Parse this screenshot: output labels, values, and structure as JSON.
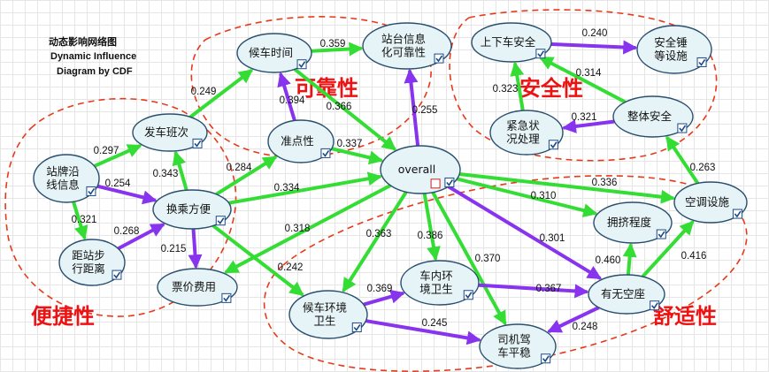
{
  "title": {
    "line1": "动态影响网络图",
    "line2": "Dynamic Influence",
    "line3": "Diagram by CDF"
  },
  "colors": {
    "positive_edge": "#33dd33",
    "negative_edge": "#8833ee",
    "group_outline": "#e8391a",
    "group_label": "#ee1111",
    "node_fill": "#e6f3f7",
    "node_stroke": "#2a4f6e"
  },
  "groups": [
    {
      "id": "convenience",
      "label": "便捷性"
    },
    {
      "id": "reliability",
      "label": "可靠性"
    },
    {
      "id": "safety",
      "label": "安全性"
    },
    {
      "id": "comfort",
      "label": "舒适性"
    }
  ],
  "nodes": [
    {
      "id": "zhanpai",
      "lines": [
        "站牌沿",
        "线信息"
      ]
    },
    {
      "id": "fache",
      "lines": [
        "发车班次"
      ]
    },
    {
      "id": "huancheng",
      "lines": [
        "换乘方便"
      ]
    },
    {
      "id": "juli",
      "lines": [
        "距站步",
        "行距离"
      ]
    },
    {
      "id": "piaojia",
      "lines": [
        "票价费用"
      ]
    },
    {
      "id": "houche",
      "lines": [
        "候车时间"
      ]
    },
    {
      "id": "zhandian",
      "lines": [
        "站台信息",
        "化可靠性"
      ]
    },
    {
      "id": "zhundian",
      "lines": [
        "准点性"
      ]
    },
    {
      "id": "overall",
      "lines": [
        "overall"
      ]
    },
    {
      "id": "shangxia",
      "lines": [
        "上下车安全"
      ]
    },
    {
      "id": "anquanchui",
      "lines": [
        "安全锤",
        "等设施"
      ]
    },
    {
      "id": "jinji",
      "lines": [
        "紧急状",
        "况处理"
      ]
    },
    {
      "id": "zhengti",
      "lines": [
        "整体安全"
      ]
    },
    {
      "id": "kongtiao",
      "lines": [
        "空调设施"
      ]
    },
    {
      "id": "yongji",
      "lines": [
        "拥挤程度"
      ]
    },
    {
      "id": "youwu",
      "lines": [
        "有无空座"
      ]
    },
    {
      "id": "chenei",
      "lines": [
        "车内环",
        "境卫生"
      ]
    },
    {
      "id": "houchehj",
      "lines": [
        "候车环境",
        "卫生"
      ]
    },
    {
      "id": "siji",
      "lines": [
        "司机驾",
        "车平稳"
      ]
    }
  ],
  "edges": [
    {
      "from": "zhanpai",
      "to": "fache",
      "value": "0.297",
      "kind": "positive"
    },
    {
      "from": "zhanpai",
      "to": "huancheng",
      "value": "0.254",
      "kind": "negative"
    },
    {
      "from": "zhanpai",
      "to": "juli",
      "value": "0.321",
      "kind": "positive"
    },
    {
      "from": "juli",
      "to": "huancheng",
      "value": "0.268",
      "kind": "negative"
    },
    {
      "from": "huancheng",
      "to": "fache",
      "value": "0.343",
      "kind": "positive"
    },
    {
      "from": "huancheng",
      "to": "piaojia",
      "value": "0.215",
      "kind": "negative"
    },
    {
      "from": "fache",
      "to": "houche",
      "value": "0.249",
      "kind": "positive"
    },
    {
      "from": "huancheng",
      "to": "zhundian",
      "value": "0.284",
      "kind": "positive"
    },
    {
      "from": "huancheng",
      "to": "overall",
      "value": "0.334",
      "kind": "positive"
    },
    {
      "from": "huancheng",
      "to": "houchehj",
      "value": "0.242",
      "kind": "positive"
    },
    {
      "from": "overall",
      "to": "piaojia",
      "value": "0.318",
      "kind": "positive"
    },
    {
      "from": "houche",
      "to": "zhandian",
      "value": "0.359",
      "kind": "positive"
    },
    {
      "from": "zhundian",
      "to": "houche",
      "value": "0.394",
      "kind": "negative"
    },
    {
      "from": "houche",
      "to": "overall",
      "value": "0.366",
      "kind": "positive"
    },
    {
      "from": "zhundian",
      "to": "overall",
      "value": "0.337",
      "kind": "positive"
    },
    {
      "from": "overall",
      "to": "zhandian",
      "value": "0.255",
      "kind": "negative"
    },
    {
      "from": "shangxia",
      "to": "anquanchui",
      "value": "0.240",
      "kind": "negative"
    },
    {
      "from": "zhengti",
      "to": "shangxia",
      "value": "0.314",
      "kind": "positive"
    },
    {
      "from": "jinji",
      "to": "shangxia",
      "value": "0.323",
      "kind": "positive"
    },
    {
      "from": "zhengti",
      "to": "jinji",
      "value": "0.321",
      "kind": "negative"
    },
    {
      "from": "kongtiao",
      "to": "zhengti",
      "value": "0.263",
      "kind": "positive"
    },
    {
      "from": "overall",
      "to": "kongtiao",
      "value": "0.336",
      "kind": "positive"
    },
    {
      "from": "overall",
      "to": "yongji",
      "value": "0.310",
      "kind": "positive"
    },
    {
      "from": "overall",
      "to": "youwu",
      "value": "0.301",
      "kind": "negative"
    },
    {
      "from": "overall",
      "to": "houchehj",
      "value": "0.363",
      "kind": "positive"
    },
    {
      "from": "overall",
      "to": "chenei",
      "value": "0.386",
      "kind": "positive"
    },
    {
      "from": "overall",
      "to": "siji",
      "value": "0.370",
      "kind": "positive"
    },
    {
      "from": "youwu",
      "to": "yongji",
      "value": "0.460",
      "kind": "positive"
    },
    {
      "from": "youwu",
      "to": "kongtiao",
      "value": "0.416",
      "kind": "positive"
    },
    {
      "from": "houchehj",
      "to": "chenei",
      "value": "0.369",
      "kind": "negative"
    },
    {
      "from": "chenei",
      "to": "youwu",
      "value": "0.367",
      "kind": "negative"
    },
    {
      "from": "houchehj",
      "to": "siji",
      "value": "0.245",
      "kind": "negative"
    },
    {
      "from": "youwu",
      "to": "siji",
      "value": "0.248",
      "kind": "negative"
    }
  ]
}
